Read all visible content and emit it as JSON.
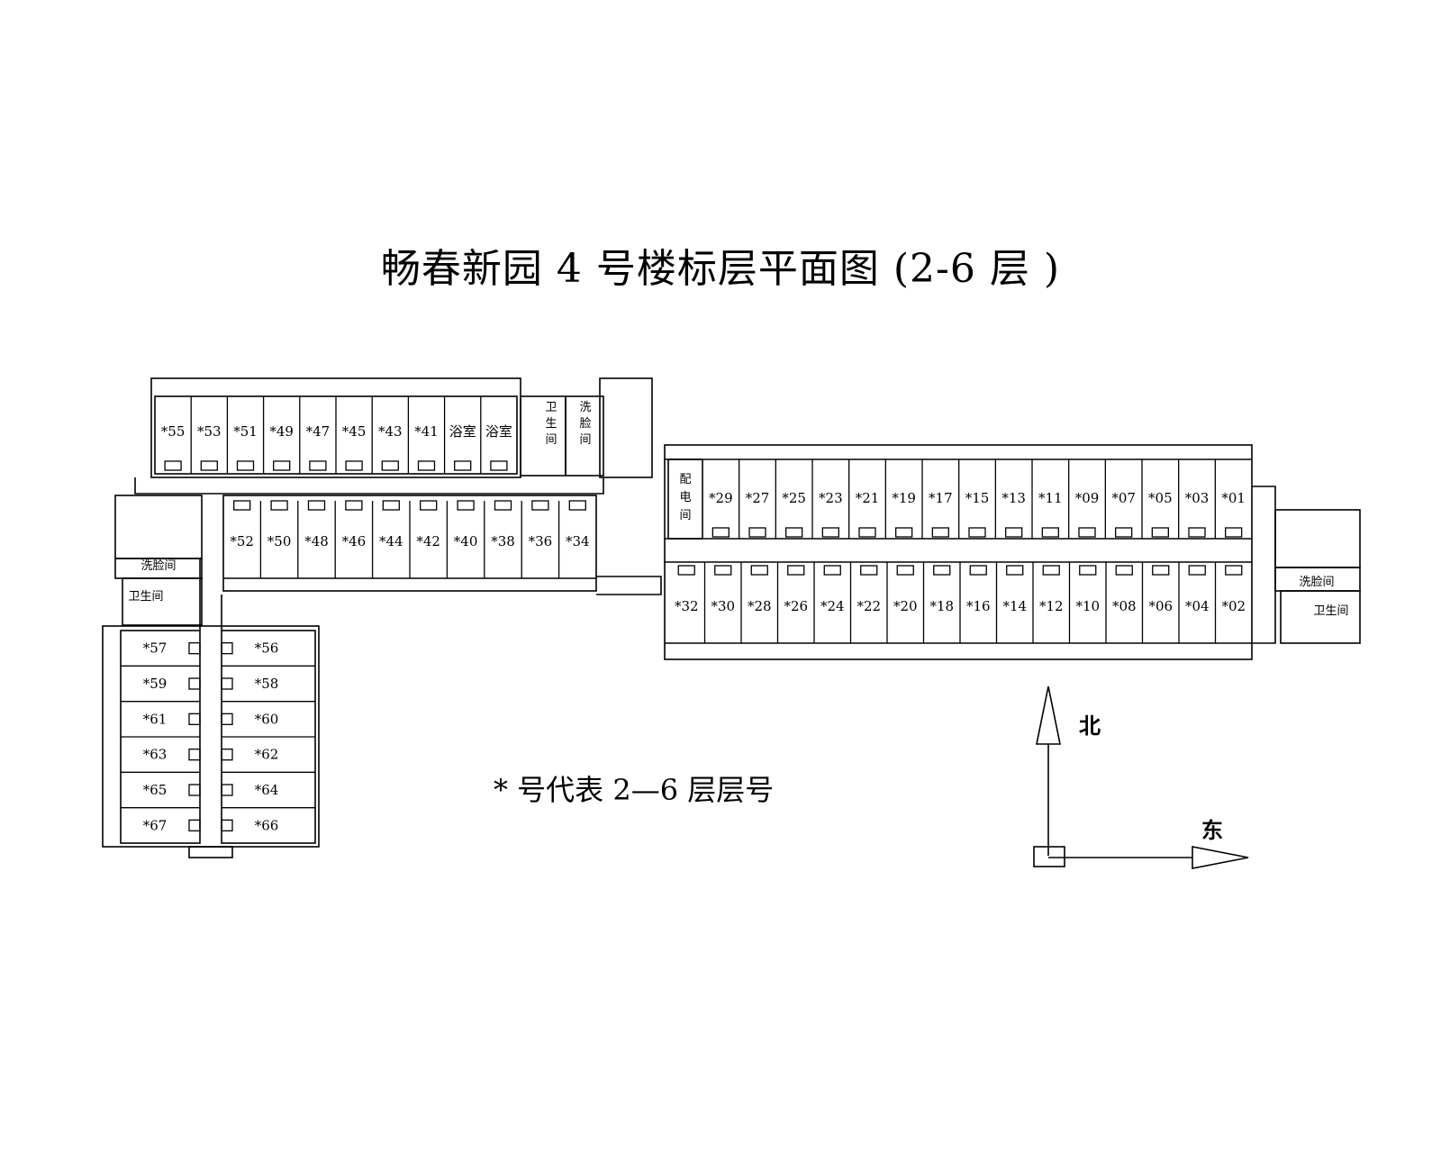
{
  "title": "畅春新园 4 号楼标层平面图 (2-6 层 )",
  "note": "* 号代表 2—6 层层号",
  "compass": {
    "north": "北",
    "east": "东"
  },
  "north_rooms": [
    "*55",
    "*53",
    "*51",
    "*49",
    "*47",
    "*45",
    "*43",
    "*41",
    "浴室",
    "浴室"
  ],
  "north_toilet": [
    "卫",
    "生",
    "间"
  ],
  "north_wash": [
    "洗",
    "脸",
    "间"
  ],
  "center_rooms": [
    "*52",
    "*50",
    "*48",
    "*46",
    "*44",
    "*42",
    "*40",
    "*38",
    "*36",
    "*34"
  ],
  "west_wash": "洗脸间",
  "west_toilet": "卫生间",
  "west_wing_left": [
    "*57",
    "*59",
    "*61",
    "*63",
    "*65",
    "*67"
  ],
  "west_wing_right": [
    "*56",
    "*58",
    "*60",
    "*62",
    "*64",
    "*66"
  ],
  "electric_room": [
    "配",
    "电",
    "间"
  ],
  "east_north_rooms": [
    "*29",
    "*27",
    "*25",
    "*23",
    "*21",
    "*19",
    "*17",
    "*15",
    "*13",
    "*11",
    "*09",
    "*07",
    "*05",
    "*03",
    "*01"
  ],
  "east_south_rooms": [
    "*32",
    "*30",
    "*28",
    "*26",
    "*24",
    "*22",
    "*20",
    "*18",
    "*16",
    "*14",
    "*12",
    "*10",
    "*08",
    "*06",
    "*04",
    "*02"
  ],
  "east_wash": "洗脸间",
  "east_toilet": "卫生间"
}
